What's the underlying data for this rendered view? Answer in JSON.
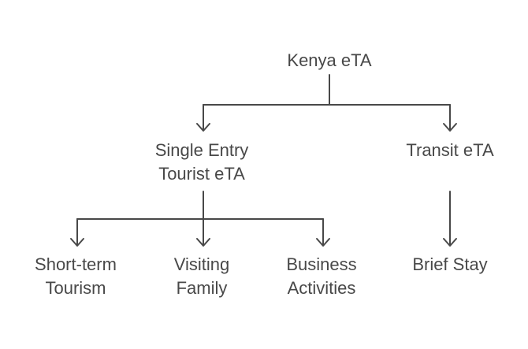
{
  "diagram": {
    "root": {
      "label": "Kenya eTA"
    },
    "single_entry": {
      "line1": "Single Entry",
      "line2": "Tourist eTA"
    },
    "transit": {
      "label": "Transit eTA"
    },
    "short_term": {
      "line1": "Short-term",
      "line2": "Tourism"
    },
    "visiting": {
      "line1": "Visiting",
      "line2": "Family"
    },
    "business": {
      "line1": "Business",
      "line2": "Activities"
    },
    "brief_stay": {
      "label": "Brief Stay"
    }
  },
  "colors": {
    "stroke": "#484848",
    "text": "#484848",
    "background": "#ffffff"
  }
}
